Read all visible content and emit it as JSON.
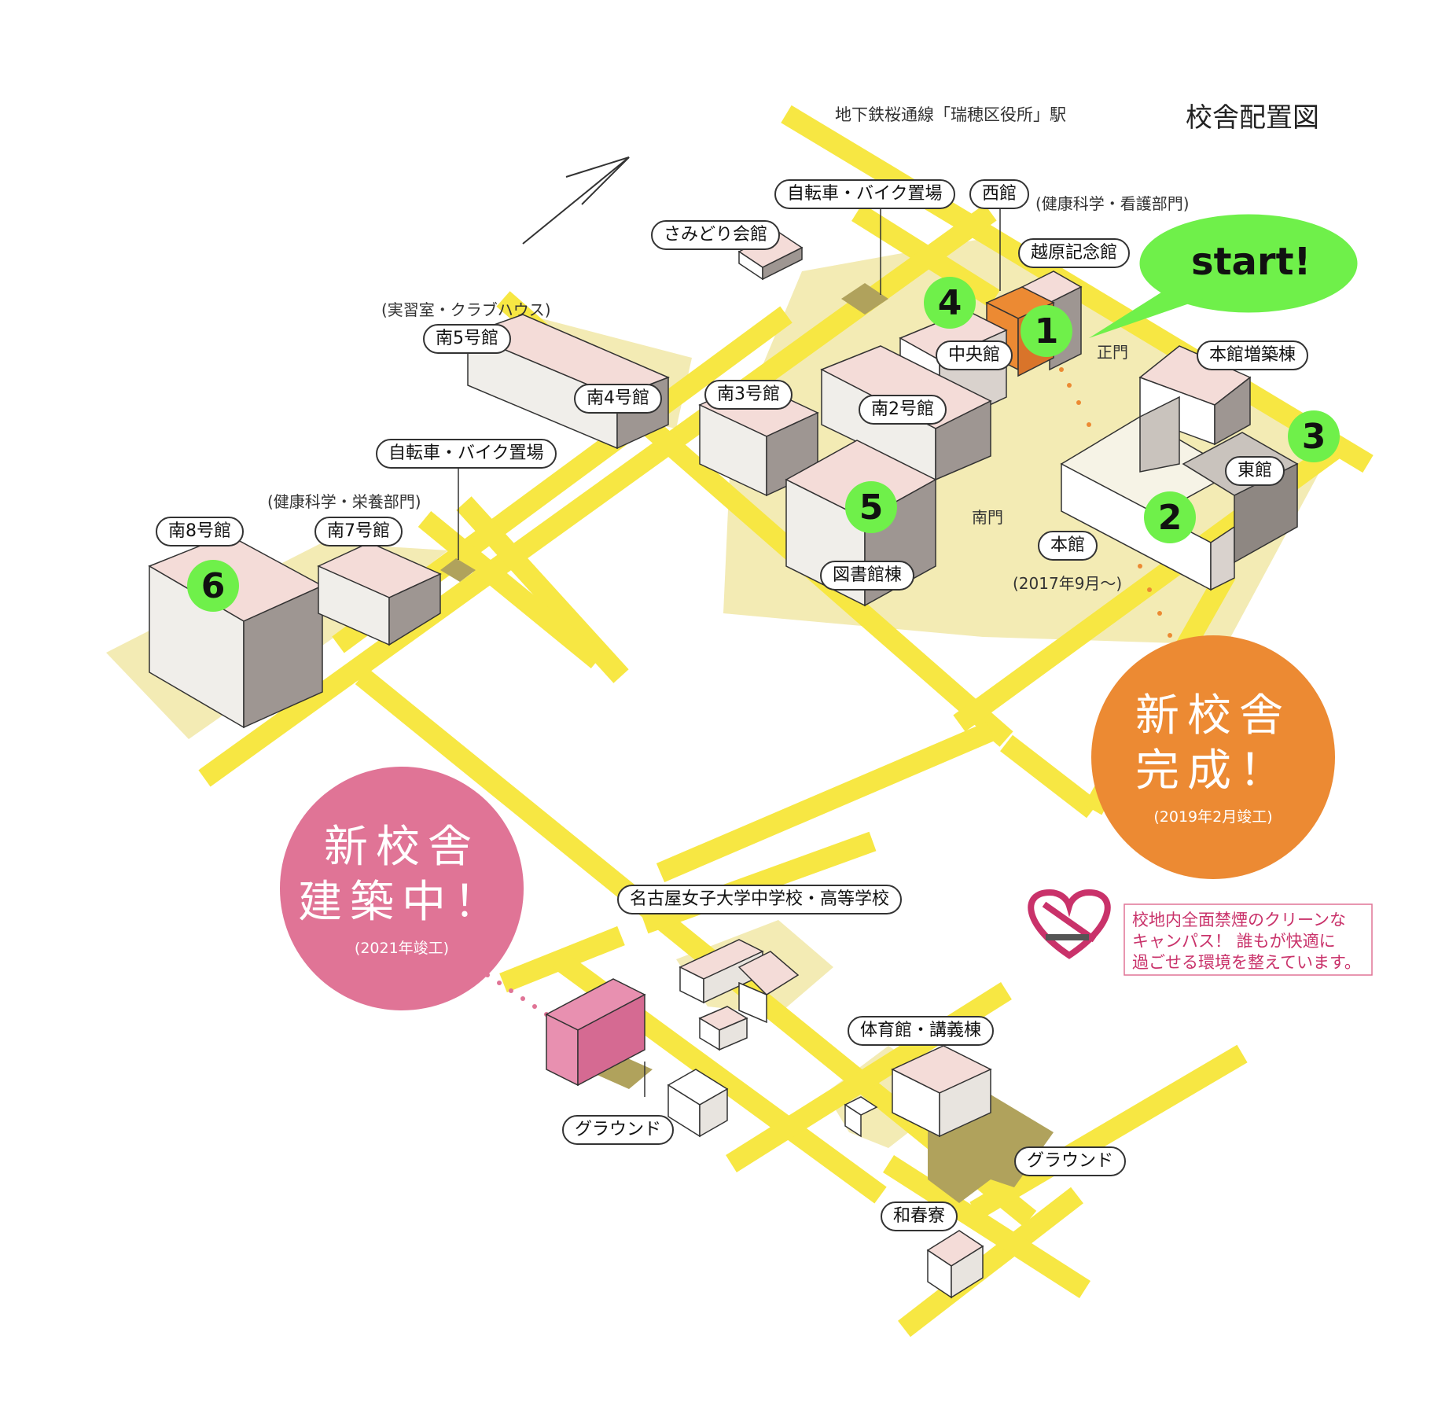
{
  "header": {
    "title": "校舎配置図",
    "station": "地下鉄桜通線「瑞穂区役所」駅"
  },
  "callout": {
    "text": "start!"
  },
  "colors": {
    "road": "#f7e743",
    "campus": "#f3ebb4",
    "marker": "#6ff04a",
    "orange": "#ec8a33",
    "pink": "#e07496",
    "olive": "#b0a25c",
    "roof": "#f4dcd8"
  },
  "labels": {
    "sansai": "さみどり会館",
    "bike1": "自転車・バイク置場",
    "nishi": "西館",
    "nishi_note": "(健康科学・看護部門)",
    "koshihara": "越原記念館",
    "jisshu_note": "(実習室・クラブハウス)",
    "minami5": "南5号館",
    "minami4": "南4号館",
    "minami3": "南3号館",
    "chuo": "中央館",
    "minami2": "南2号館",
    "seimon": "正門",
    "honkan_zochiku": "本館増築棟",
    "higashi": "東館",
    "bike2": "自転車・バイク置場",
    "eiyou_note": "(健康科学・栄養部門)",
    "minami8": "南8号館",
    "minami7": "南7号館",
    "nanmon": "南門",
    "honkan": "本館",
    "honkan_note": "(2017年9月〜)",
    "toshokan": "図書館棟",
    "chugaku": "名古屋女子大学中学校・高等学校",
    "taiikukan": "体育館・講義棟",
    "ground1": "グラウンド",
    "ground2": "グラウンド",
    "washun": "和春寮"
  },
  "markers": [
    "1",
    "2",
    "3",
    "4",
    "5",
    "6"
  ],
  "orange_circle": {
    "line1": "新校舎",
    "line2": "完成！",
    "note": "(2019年2月竣工)"
  },
  "pink_circle": {
    "line1": "新校舎",
    "line2": "建築中！",
    "note": "(2021年竣工)"
  },
  "no_smoking": {
    "icon": "no-smoking-heart-icon",
    "line1": "校地内全面禁煙のクリーンな",
    "line2": "キャンパス！ 誰もが快適に",
    "line3": "過ごせる環境を整えています。"
  }
}
